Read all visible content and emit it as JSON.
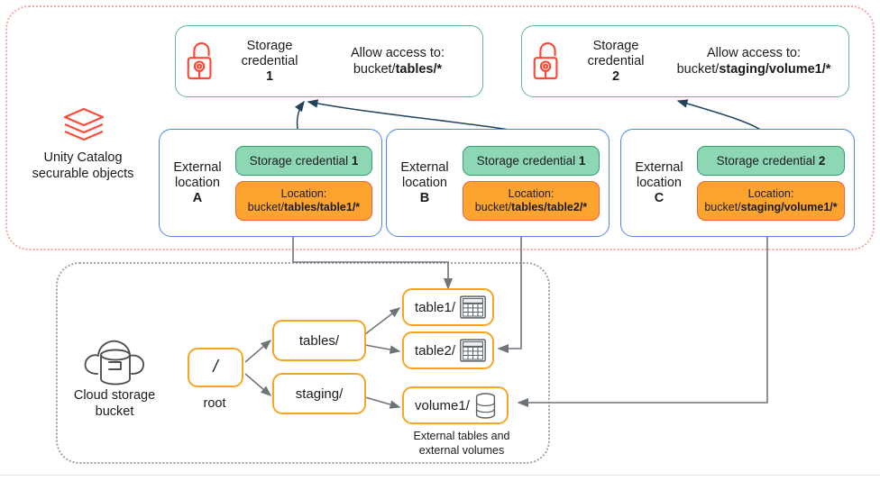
{
  "regions": {
    "unity_catalog_label": "Unity Catalog\nsecurable objects",
    "unity_catalog_line1": "Unity Catalog",
    "unity_catalog_line2": "securable objects",
    "cloud_line1": "Cloud storage",
    "cloud_line2": "bucket",
    "tree_caption_line1": "External tables and",
    "tree_caption_line2": "external volumes"
  },
  "credentials": [
    {
      "icon": "open-padlock-icon",
      "title_line1": "Storage",
      "title_line2": "credential",
      "number": "1",
      "allow_label": "Allow access to:",
      "allow_prefix": "bucket/",
      "allow_bold": "tables/*"
    },
    {
      "icon": "open-padlock-icon",
      "title_line1": "Storage",
      "title_line2": "credential",
      "number": "2",
      "allow_label": "Allow access to:",
      "allow_prefix": "bucket/",
      "allow_bold": "staging/volume1/*"
    }
  ],
  "external_locations": [
    {
      "label_line1": "External",
      "label_line2": "location",
      "letter": "A",
      "credential_prefix": "Storage credential ",
      "credential_number": "1",
      "location_label": "Location:",
      "location_prefix": "bucket/",
      "location_bold": "tables/table1/*"
    },
    {
      "label_line1": "External",
      "label_line2": "location",
      "letter": "B",
      "credential_prefix": "Storage credential ",
      "credential_number": "1",
      "location_label": "Location:",
      "location_prefix": "bucket/",
      "location_bold": "tables/table2/*"
    },
    {
      "label_line1": "External",
      "label_line2": "location",
      "letter": "C",
      "credential_prefix": "Storage credential ",
      "credential_number": "2",
      "location_label": "Location:",
      "location_prefix": "bucket/",
      "location_bold": "staging/volume1/*"
    }
  ],
  "bucket_tree": {
    "root": {
      "label": "/",
      "caption": "root"
    },
    "folders": [
      {
        "label": "tables/"
      },
      {
        "label": "staging/"
      }
    ],
    "leaves": [
      {
        "label": "table1/",
        "icon": "table-grid-icon"
      },
      {
        "label": "table2/",
        "icon": "table-grid-icon"
      },
      {
        "label": "volume1/",
        "icon": "volume-disk-icon"
      }
    ]
  },
  "colors": {
    "unity_region_border": "#f4a9a0",
    "cloud_region_border": "#9aa4ad",
    "credential_border": "#5cb793",
    "external_location_border": "#4b87e8",
    "credential_pill_fill": "#8ed7b5",
    "credential_pill_border": "#31a06f",
    "location_pill_fill": "#fda430",
    "location_pill_border": "#f4603c",
    "node_border": "#f5a623",
    "accent_red": "#fb4a38",
    "arrow_dark": "#21435c",
    "arrow_gray": "#6f7479"
  }
}
